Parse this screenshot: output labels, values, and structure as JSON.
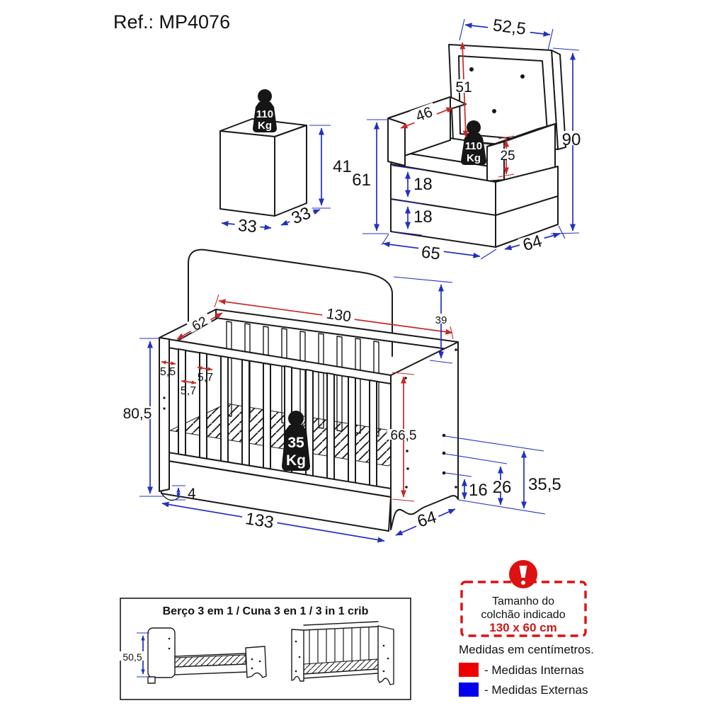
{
  "title": "Ref.: MP4076",
  "colors": {
    "internal": "#c62828",
    "external": "#2330c0",
    "legend_internal": "#ee0000",
    "legend_external": "#0000ee",
    "notice_red": "#dd1111",
    "line": "#1a1a1a"
  },
  "weights": {
    "puff_value": "110",
    "puff_unit": "Kg",
    "chair_value": "110",
    "chair_unit": "Kg",
    "crib_value": "35",
    "crib_unit": "Kg"
  },
  "puff": {
    "height": "41",
    "width": "33",
    "depth": "33"
  },
  "chair": {
    "back_width": "52,5",
    "back_height": "51",
    "arm_depth": "46",
    "arm_height": "25",
    "drawer_top": "18",
    "drawer_bottom": "18",
    "side_height": "61",
    "total_height": "90",
    "width": "65",
    "depth": "64"
  },
  "crib": {
    "internal_length": "130",
    "internal_width": "62",
    "headboard_height": "39",
    "gap_a": "5,5",
    "gap_b": "5,7",
    "gap_c": "5,7",
    "total_height": "80,5",
    "internal_height": "66,5",
    "level_low": "16",
    "level_mid": "26",
    "level_high": "35,5",
    "base_height": "4",
    "total_length": "133",
    "depth": "64"
  },
  "inset": {
    "title": "Berço 3 em 1 / Cuna 3 en 1 / 3 in 1 crib",
    "bed_height": "50,5"
  },
  "notice": {
    "exclamation": "!",
    "line1": "Tamanho do",
    "line2": "colchão indicado",
    "size": "130 x 60 cm"
  },
  "legend": {
    "units": "Medidas em centímetros.",
    "internal": "- Medidas Internas",
    "external": "- Medidas Externas"
  }
}
